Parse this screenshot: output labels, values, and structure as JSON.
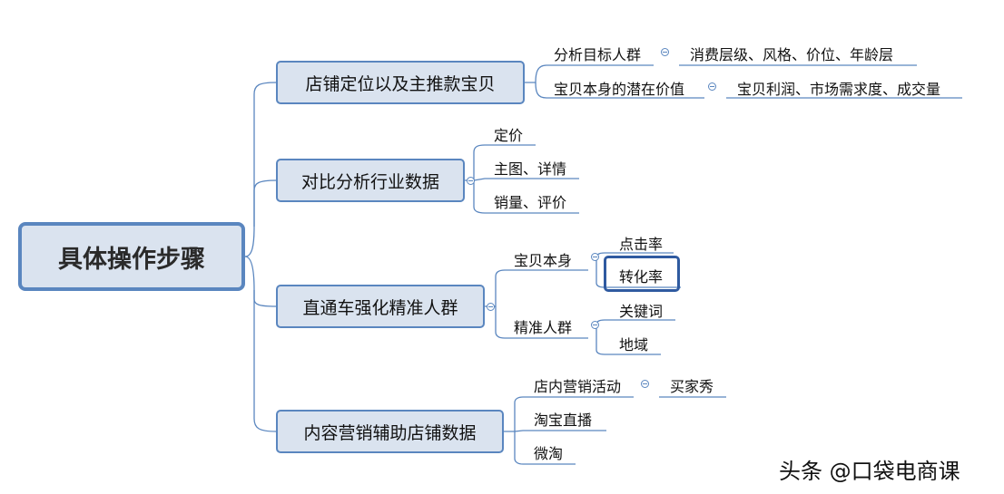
{
  "root": {
    "label": "具体操作步骤"
  },
  "branches": [
    {
      "label": "店铺定位以及主推款宝贝",
      "children": [
        {
          "label": "分析目标人群",
          "detail": "消费层级、风格、价位、年龄层"
        },
        {
          "label": "宝贝本身的潜在价值",
          "detail": "宝贝利润、市场需求度、成交量"
        }
      ]
    },
    {
      "label": "对比分析行业数据",
      "children": [
        {
          "label": "定价"
        },
        {
          "label": "主图、详情"
        },
        {
          "label": "销量、评价"
        }
      ]
    },
    {
      "label": "直通车强化精准人群",
      "children": [
        {
          "label": "宝贝本身",
          "children": [
            "点击率",
            "转化率"
          ]
        },
        {
          "label": "精准人群",
          "children": [
            "关键词",
            "地域"
          ]
        }
      ]
    },
    {
      "label": "内容营销辅助店铺数据",
      "children": [
        {
          "label": "店内营销活动",
          "detail": "买家秀"
        },
        {
          "label": "淘宝直播"
        },
        {
          "label": "微淘"
        }
      ]
    }
  ],
  "selected": "转化率",
  "watermark": "头条 @口袋电商课",
  "colors": {
    "line": "#5a86bf",
    "node_fill": "#dae3ef",
    "selection": "#2f5aa0"
  }
}
